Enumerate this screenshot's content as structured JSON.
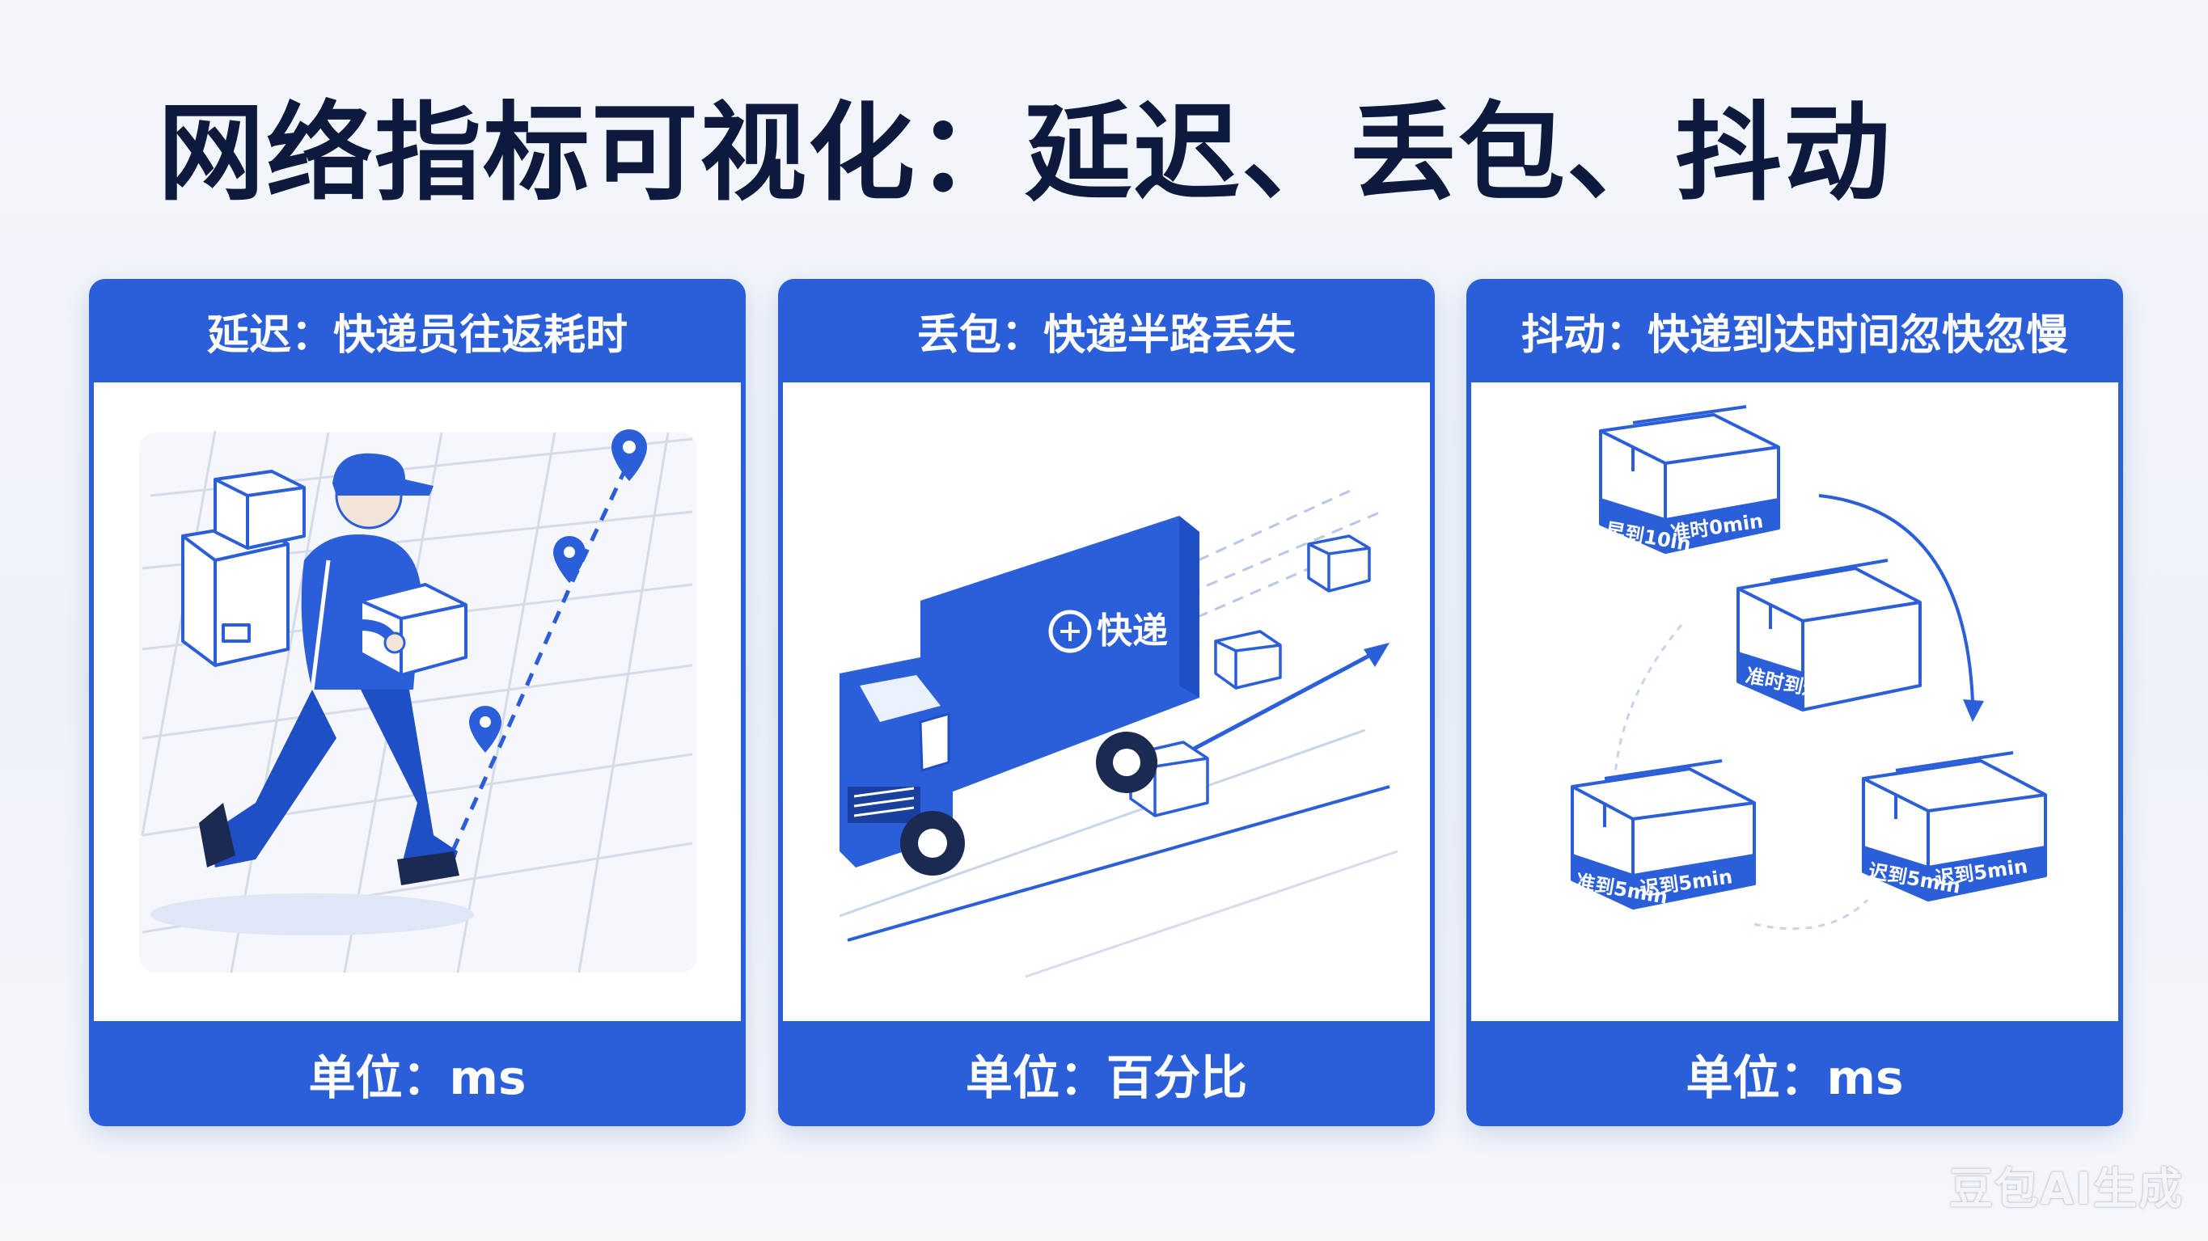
{
  "title": "网络指标可视化：延迟、丢包、抖动",
  "panels": [
    {
      "heading": "延迟：快递员往返耗时",
      "unit": "单位：ms"
    },
    {
      "heading": "丢包：快递半路丢失",
      "unit": "单位：百分比",
      "truck_label": "快递"
    },
    {
      "heading": "抖动：快递到达时间忽快忽慢",
      "unit": "单位：ms",
      "box_labels": {
        "box1_a": "早到10in",
        "box1_b": "准时0min",
        "box2": "准时到达",
        "box3_a": "准到5min",
        "box3_b": "迟到5min",
        "box4_a": "迟到5min",
        "box4_b": "迟到5min"
      }
    }
  ],
  "watermark": "豆包AI生成",
  "colors": {
    "primary": "#2b5fd9",
    "title": "#0d1a3d",
    "line": "#2b5fd9"
  }
}
